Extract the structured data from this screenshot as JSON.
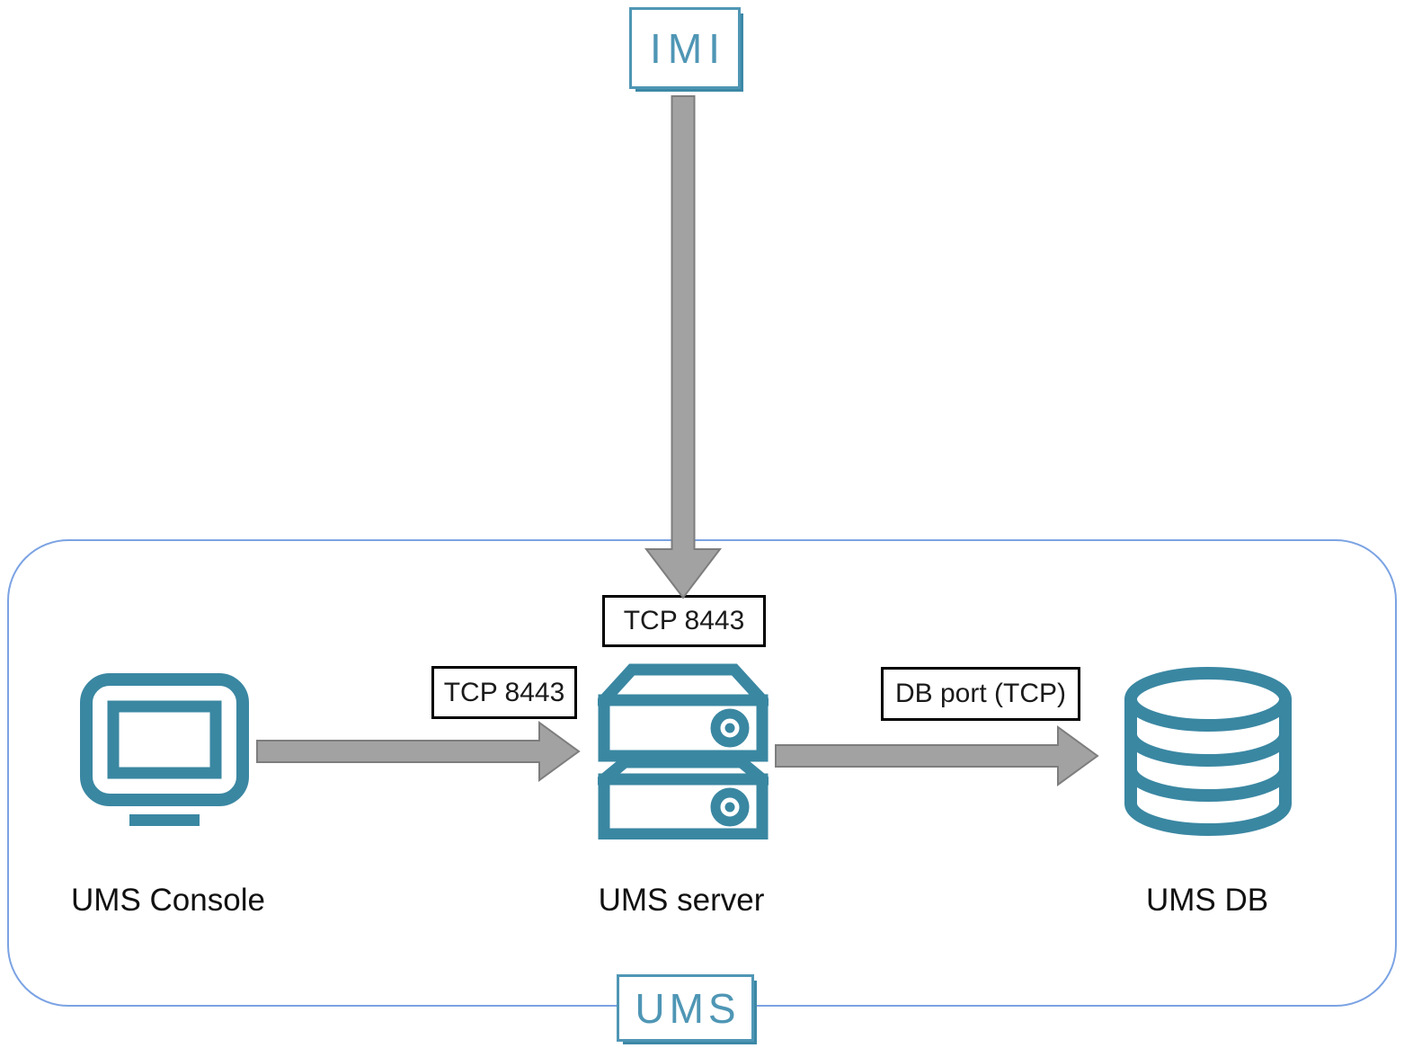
{
  "diagram": {
    "type": "architecture-diagram",
    "logos": {
      "imi": "IMI",
      "ums": "UMS"
    },
    "nodes": {
      "console": {
        "label": "UMS Console",
        "icon": "monitor-icon"
      },
      "server": {
        "label": "UMS server",
        "icon": "server-icon"
      },
      "db": {
        "label": "UMS DB",
        "icon": "database-icon"
      }
    },
    "edges": {
      "imi_to_server": {
        "from": "IMI",
        "to": "UMS server",
        "label": "TCP 8443",
        "direction": "down"
      },
      "console_to_server": {
        "from": "UMS Console",
        "to": "UMS server",
        "label": "TCP 8443",
        "direction": "right"
      },
      "server_to_db": {
        "from": "UMS server",
        "to": "UMS DB",
        "label": "DB port (TCP)",
        "direction": "right"
      }
    },
    "colors": {
      "icon_teal": "#3a87a2",
      "logo_teal": "#4f96b5",
      "boundary_blue": "#7ba3e3",
      "arrow_fill": "#a2a2a2",
      "arrow_stroke": "#7d7d7d",
      "label_border": "#000000",
      "text": "#111111"
    }
  }
}
